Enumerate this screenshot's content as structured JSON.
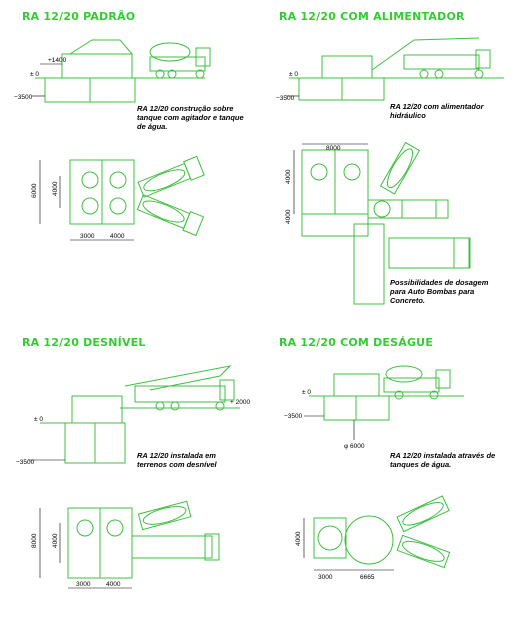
{
  "colors": {
    "title": "#33cc33",
    "drawing": "#3fbf3f",
    "dims": "#000000",
    "background": "#ffffff"
  },
  "panels": [
    {
      "title": "RA 12/20 PADRÃO",
      "caption": [
        "RA 12/20 construção sobre",
        "tanque com agitador e tanque",
        "de água."
      ],
      "dims": {
        "level_top": "+1400",
        "level_zero": "± 0",
        "level_bottom": "−3500",
        "plan_height": "6000",
        "plan_inner": "4000",
        "plan_w1": "3000",
        "plan_w2": "4000"
      }
    },
    {
      "title": "RA 12/20 COM ALIMENTADOR",
      "caption": [
        "RA 12/20 com alimentador",
        "hidráulico"
      ],
      "caption2": [
        "Possibilidades de dosagem",
        "para Auto Bombas para",
        "Concreto."
      ],
      "dims": {
        "level_zero": "± 0",
        "level_bottom": "−3500",
        "plan_top": "8000",
        "plan_h1": "4000",
        "plan_h2": "4000"
      }
    },
    {
      "title": "RA 12/20 DESNÍVEL",
      "caption": [
        "RA 12/20 instalada em",
        "terrenos com desnível"
      ],
      "dims": {
        "level_top": "+ 2000",
        "level_zero": "± 0",
        "level_bottom": "−3500",
        "plan_height": "8000",
        "plan_inner": "4000",
        "plan_w1": "3000",
        "plan_w2": "4000"
      }
    },
    {
      "title": "RA 12/20 COM DESÁGUE",
      "caption": [
        "RA 12/20 instalada através de",
        "tanques de água."
      ],
      "dims": {
        "level_zero": "± 0",
        "level_bottom": "−3500",
        "diameter": "φ 6000",
        "plan_inner": "4000",
        "plan_w1": "3000",
        "plan_w2": "6665"
      }
    }
  ]
}
